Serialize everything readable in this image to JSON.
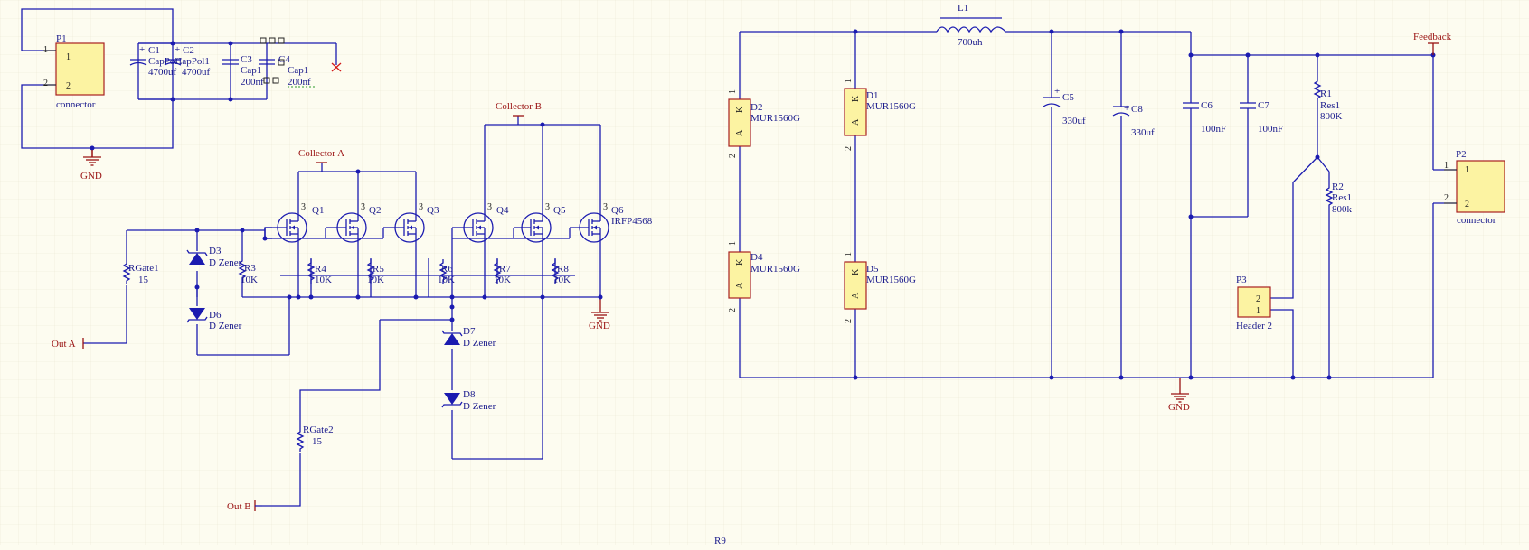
{
  "nets": {
    "collector_a": "Collector A",
    "collector_b": "Collector B",
    "feedback": "Feedback",
    "out_a": "Out A",
    "out_b": "Out B",
    "gnd": "GND"
  },
  "components": {
    "p1": {
      "ref": "P1",
      "name": "connector",
      "pin1": "1",
      "pin2": "2"
    },
    "p2": {
      "ref": "P2",
      "name": "connector",
      "pin1": "1",
      "pin2": "2"
    },
    "p3": {
      "ref": "P3",
      "name": "Header 2",
      "pin1": "1",
      "pin2": "2"
    },
    "c1": {
      "ref": "C1",
      "name": "CapPol1",
      "value": "4700uf"
    },
    "c2": {
      "ref": "C2",
      "name": "CapPol1",
      "value": "4700uf"
    },
    "c3": {
      "ref": "C3",
      "name": "Cap1",
      "value": "200nf"
    },
    "c4": {
      "ref": "C4",
      "name": "Cap1",
      "value": "200nf"
    },
    "c5": {
      "ref": "C5",
      "value": "330uf"
    },
    "c8": {
      "ref": "C8",
      "value": "330uf"
    },
    "c6": {
      "ref": "C6",
      "value": "100nF"
    },
    "c7": {
      "ref": "C7",
      "value": "100nF"
    },
    "l1": {
      "ref": "L1",
      "value": "700uh"
    },
    "q1": {
      "ref": "Q1"
    },
    "q2": {
      "ref": "Q2"
    },
    "q3": {
      "ref": "Q3"
    },
    "q4": {
      "ref": "Q4"
    },
    "q5": {
      "ref": "Q5"
    },
    "q6": {
      "ref": "Q6",
      "name": "IRFP4568"
    },
    "r3": {
      "ref": "R3",
      "value": "10K"
    },
    "r4": {
      "ref": "R4",
      "value": "10K"
    },
    "r5": {
      "ref": "R5",
      "value": "10K"
    },
    "r6": {
      "ref": "R6",
      "value": "10K"
    },
    "r7": {
      "ref": "R7",
      "value": "10K"
    },
    "r8": {
      "ref": "R8",
      "value": "10K"
    },
    "r9": {
      "ref": "R9"
    },
    "rgate1": {
      "ref": "RGate1",
      "value": "15"
    },
    "rgate2": {
      "ref": "RGate2",
      "value": "15"
    },
    "r1": {
      "ref": "R1",
      "name": "Res1",
      "value": "800K"
    },
    "r2": {
      "ref": "R2",
      "name": "Res1",
      "value": "800k"
    },
    "d1": {
      "ref": "D1",
      "name": "MUR1560G"
    },
    "d2": {
      "ref": "D2",
      "name": "MUR1560G"
    },
    "d4": {
      "ref": "D4",
      "name": "MUR1560G"
    },
    "d5": {
      "ref": "D5",
      "name": "MUR1560G"
    },
    "d3": {
      "ref": "D3",
      "name": "D Zener"
    },
    "d6": {
      "ref": "D6",
      "name": "D Zener"
    },
    "d7": {
      "ref": "D7",
      "name": "D Zener"
    },
    "d8": {
      "ref": "D8",
      "name": "D Zener"
    }
  },
  "diode_pins": {
    "a": "A",
    "k": "K",
    "one": "1",
    "two": "2"
  },
  "fet_pin": "3",
  "colors": {
    "wire": "#1b1bb0",
    "net_label": "#9a1212",
    "body_fill": "#fcf3a2",
    "grid": "#e6e2cf",
    "background": "#fdfcf0"
  }
}
